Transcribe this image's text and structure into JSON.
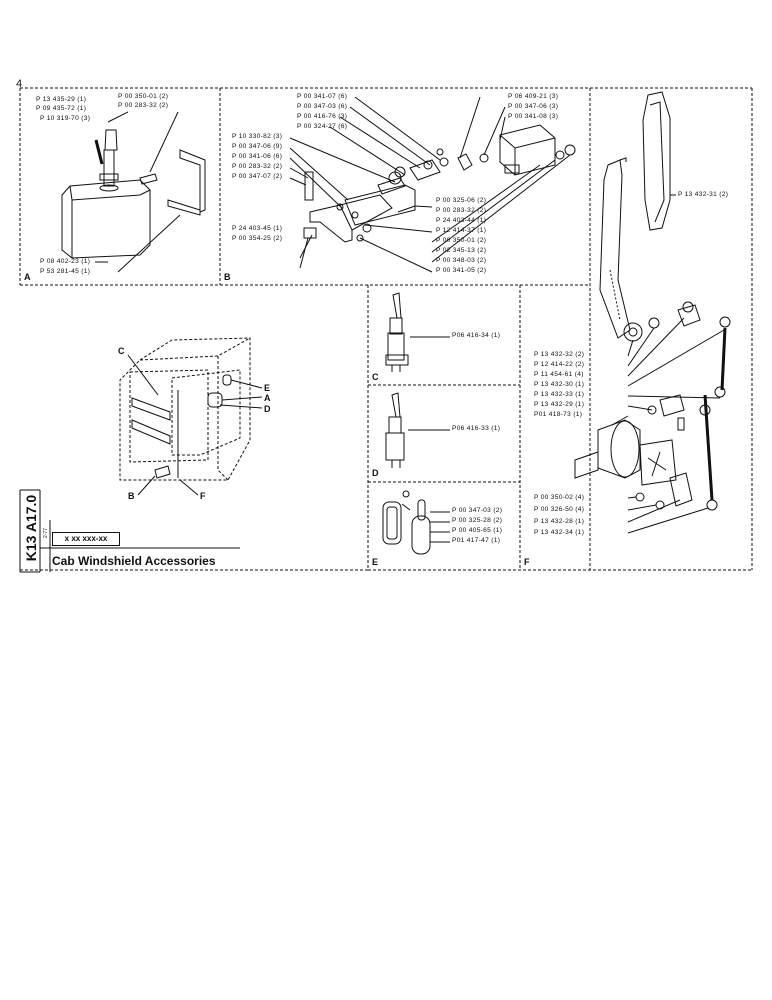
{
  "page_number": "4",
  "sections": {
    "a": "A",
    "b": "B",
    "c": "C",
    "d": "D",
    "e": "E",
    "f": "F"
  },
  "panel_a": {
    "p1": "P 13 435-29 (1)",
    "p2": "P 09 435-72 (1)",
    "p3": "P 10 319-70 (3)",
    "p4": "P 00 350-01 (2)",
    "p5": "P 00 283-32 (2)",
    "p6": "P 08 402-23 (1)",
    "p7": "P 53 281-45 (1)"
  },
  "panel_b": {
    "p1": "P 00 341-07 (6)",
    "p2": "P 00 347-03 (6)",
    "p3": "P 00 416-76 (3)",
    "p4": "P 00 324-27 (6)",
    "p5": "P 10 330-82 (3)",
    "p6": "P 00 347-06 (9)",
    "p7": "P 00 341-06 (6)",
    "p8": "P 00 283-32 (2)",
    "p9": "P 00 347-07 (2)",
    "p10": "P 06 409-21 (3)",
    "p11": "P 00 347-06 (3)",
    "p12": "P 00 341-08 (3)",
    "p13": "P 00 325-06 (2)",
    "p14": "P 00 283-32 (2)",
    "p15": "P 24 403-44 (1)",
    "p16": "P 12 414-37 (1)",
    "p17": "P 24 403-45 (1)",
    "p18": "P 00 354-25 (2)",
    "p19": "P 00 350-01 (2)",
    "p20": "P 02 345-13 (2)",
    "p21": "P 00 348-03 (2)",
    "p22": "P 00 341-05 (2)"
  },
  "panel_c": {
    "p1": "P06 416-34 (1)"
  },
  "panel_d": {
    "p1": "P06 416-33 (1)"
  },
  "panel_e": {
    "p1": "P 00 347-03 (2)",
    "p2": "P 00 325-28 (2)",
    "p3": "P 00 405-65 (1)",
    "p4": "P01 417-47 (1)"
  },
  "panel_f": {
    "p1": "P 13 432-31 (2)",
    "p2": "P 13 432-32 (2)",
    "p3": "P 12 414-22 (2)",
    "p4": "P 11 454-61 (4)",
    "p5": "P 13 432-30 (1)",
    "p6": "P 13 432-33 (1)",
    "p7": "P 13 432-29 (1)",
    "p8": "P01 418-73 (1)",
    "p9": "P 00 350-02 (4)",
    "p10": "P 00 326-50 (4)",
    "p11": "P 13 432-28 (1)",
    "p12": "P 13 432-34 (1)"
  },
  "cab_callouts": {
    "c": "C",
    "e": "E",
    "a": "A",
    "d": "D",
    "b": "B",
    "f": "F"
  },
  "footer": {
    "code": "K13 A17.0",
    "date": "2-77",
    "ref": "x xx xxx-xx",
    "title": "Cab Windshield Accessories"
  }
}
